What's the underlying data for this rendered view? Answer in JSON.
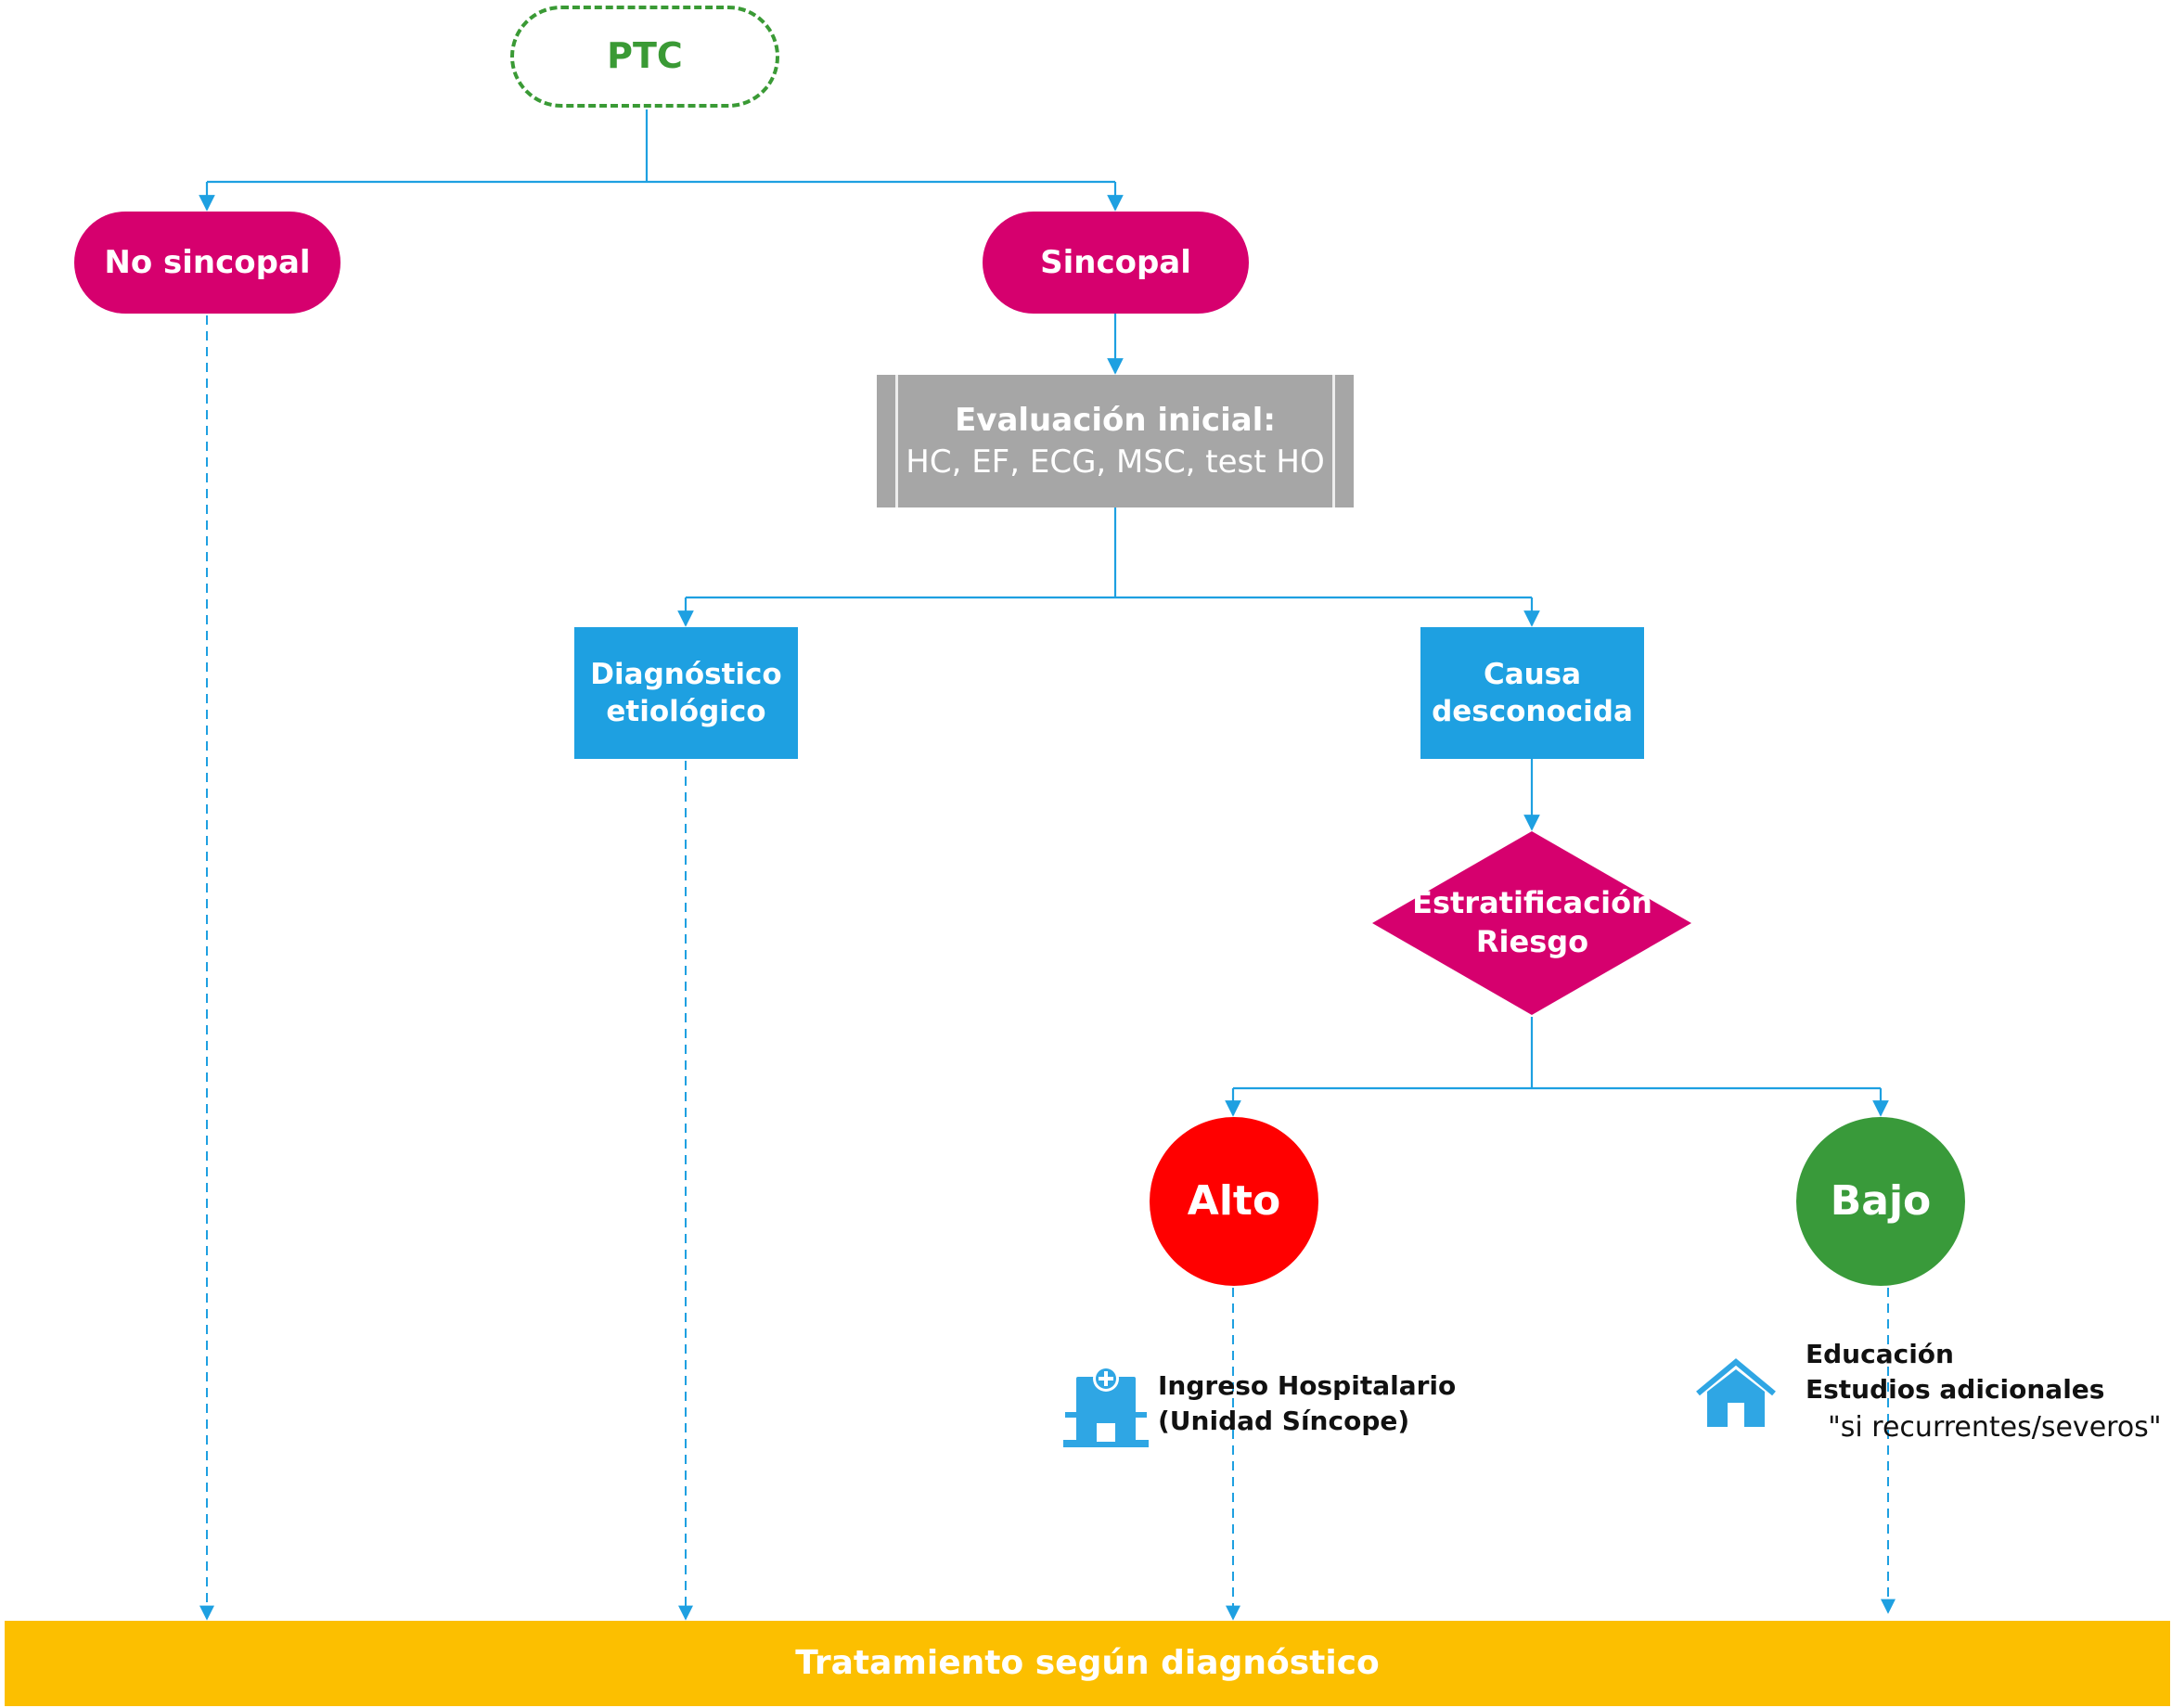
{
  "nodes": {
    "ptc": "PTC",
    "no_sincopal": "No sincopal",
    "sincopal": "Sincopal",
    "evaluacion": {
      "line1": "Evaluación inicial:",
      "line2": "HC, EF, ECG, MSC, test HO"
    },
    "diagnostico": {
      "line1": "Diagnóstico",
      "line2": "etiológico"
    },
    "causa": {
      "line1": "Causa",
      "line2": "desconocida"
    },
    "estratificacion": {
      "line1": "Estratificación",
      "line2": "Riesgo"
    },
    "alto": "Alto",
    "bajo": "Bajo",
    "tratamiento": "Tratamiento según diagnóstico"
  },
  "notes": {
    "alto": {
      "line1": "Ingreso Hospitalario",
      "line2": "(Unidad Síncope)"
    },
    "bajo": {
      "line1": "Educación",
      "line2": "Estudios adicionales",
      "line3": "\"si recurrentes/severos\""
    }
  },
  "icons": {
    "alto": "hospital-icon",
    "bajo": "house-icon"
  },
  "colors": {
    "magenta": "#d6006e",
    "blue": "#1ea0e1",
    "gray": "#a6a6a6",
    "green": "#3a9a35",
    "red": "#ff0000",
    "yellow": "#fcbf00",
    "connector": "#1ea0e1"
  }
}
